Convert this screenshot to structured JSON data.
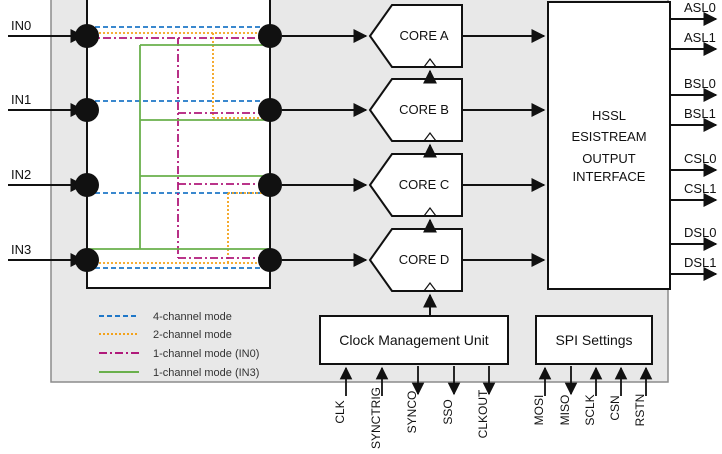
{
  "inputs": [
    "IN0",
    "IN1",
    "IN2",
    "IN3"
  ],
  "cores": [
    "CORE A",
    "CORE B",
    "CORE C",
    "CORE D"
  ],
  "interface": {
    "lines": [
      "HSSL",
      "ESISTREAM",
      "OUTPUT",
      "INTERFACE"
    ]
  },
  "outputs": [
    "ASL0",
    "ASL1",
    "BSL0",
    "BSL1",
    "CSL0",
    "CSL1",
    "DSL0",
    "DSL1"
  ],
  "clock_unit": {
    "label": "Clock Management Unit"
  },
  "spi": {
    "label": "SPI Settings"
  },
  "clock_pins": [
    "CLK",
    "SYNCTRIG",
    "SYNCO",
    "SSO",
    "CLKOUT"
  ],
  "spi_pins": [
    "MOSI",
    "MISO",
    "SCLK",
    "CSN",
    "RSTN"
  ],
  "legend": [
    {
      "label": "4-channel mode",
      "color": "#1f77c8",
      "dash": "5 3"
    },
    {
      "label": "2-channel mode",
      "color": "#f3a21b",
      "dash": "2 2"
    },
    {
      "label": "1-channel mode (IN0)",
      "color": "#b0197a",
      "dash": "8 3 2 3"
    },
    {
      "label": "1-channel mode (IN3)",
      "color": "#6ab04c",
      "dash": ""
    }
  ],
  "colors": {
    "panel_bg": "#e8e8e8",
    "panel_border": "#8c8c8c",
    "block_fill": "#ffffff",
    "stroke": "#111111",
    "four_ch": "#1f77c8",
    "two_ch": "#f3a21b",
    "one_ch_in0": "#b0197a",
    "one_ch_in3": "#6ab04c"
  }
}
